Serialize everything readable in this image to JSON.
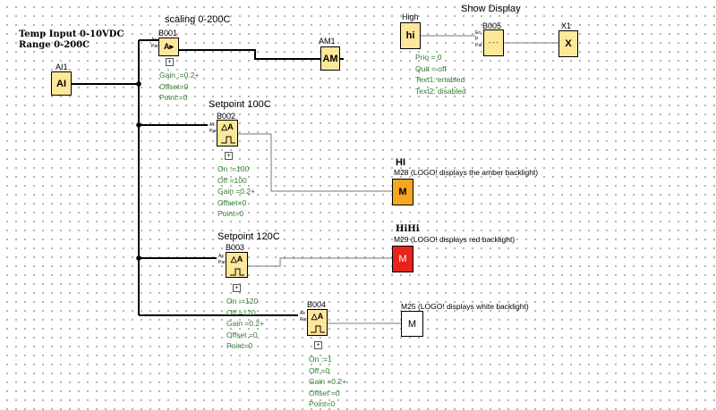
{
  "labels": {
    "temp_input_line1": "Temp Input 0-10VDC",
    "temp_input_line2": "Range 0-200C",
    "show_display": "Show Display",
    "scaling_title": "scaling 0-200C",
    "setpoint_100": "Setpoint 100C",
    "setpoint_120": "Setpoint 120C",
    "hi": "HI",
    "hihi": "HiHi"
  },
  "blocks": {
    "ai1": {
      "name": "AI1",
      "symbol": "AI"
    },
    "b001": {
      "name": "B001",
      "symbol": "A▸",
      "pins": [
        "Ax",
        "Par"
      ],
      "params": [
        "Gain :=0.2+",
        "Offset=0",
        "Point:=0"
      ]
    },
    "am1": {
      "name": "AM1",
      "symbol": "AM"
    },
    "high": {
      "name": "High",
      "symbol": "hi"
    },
    "b005": {
      "name": "B005",
      "symbol": "- - -",
      "pins": [
        "En",
        "P",
        "Par"
      ],
      "params": [
        "Prio = 0",
        "Quit = off",
        "Text1: enabled",
        "Text2: disabled"
      ]
    },
    "x1": {
      "name": "X1",
      "symbol": "X"
    },
    "b002": {
      "name": "B002",
      "symbol": "△A",
      "pins": [
        "Ax",
        "Par"
      ],
      "params": [
        "On    :=100",
        "Off    =100",
        "Gain  =0.2+",
        "Offset=0",
        "Point=0"
      ]
    },
    "m28": {
      "name": "M28",
      "symbol": "M",
      "note": "(LOGO! displays the amber backlight)"
    },
    "b003": {
      "name": "B003",
      "symbol": "△A",
      "pins": [
        "Ax",
        "Par"
      ],
      "params": [
        "On    :=120",
        "Off    =120",
        "Gain  =0.2+",
        "Offset =0",
        "Point=0"
      ]
    },
    "m29": {
      "name": "M29",
      "symbol": "M",
      "note": "(LOGO! displays red backlight)"
    },
    "b004": {
      "name": "B004",
      "symbol": "△A",
      "pins": [
        "Ax",
        "Par"
      ],
      "params": [
        "On    :=1",
        "Off    =0",
        "Gain  =0.2+",
        "Offset =0",
        "Point=0"
      ]
    },
    "m25": {
      "name": "M25",
      "symbol": "M",
      "note": "(LOGO! displays white backlight)"
    }
  },
  "colors": {
    "block_fill": "#fde799",
    "amber": "#f5a623",
    "red": "#e8231a",
    "white": "#ffffff",
    "param_text": "#2f7d2f"
  },
  "expand_glyph": "+"
}
